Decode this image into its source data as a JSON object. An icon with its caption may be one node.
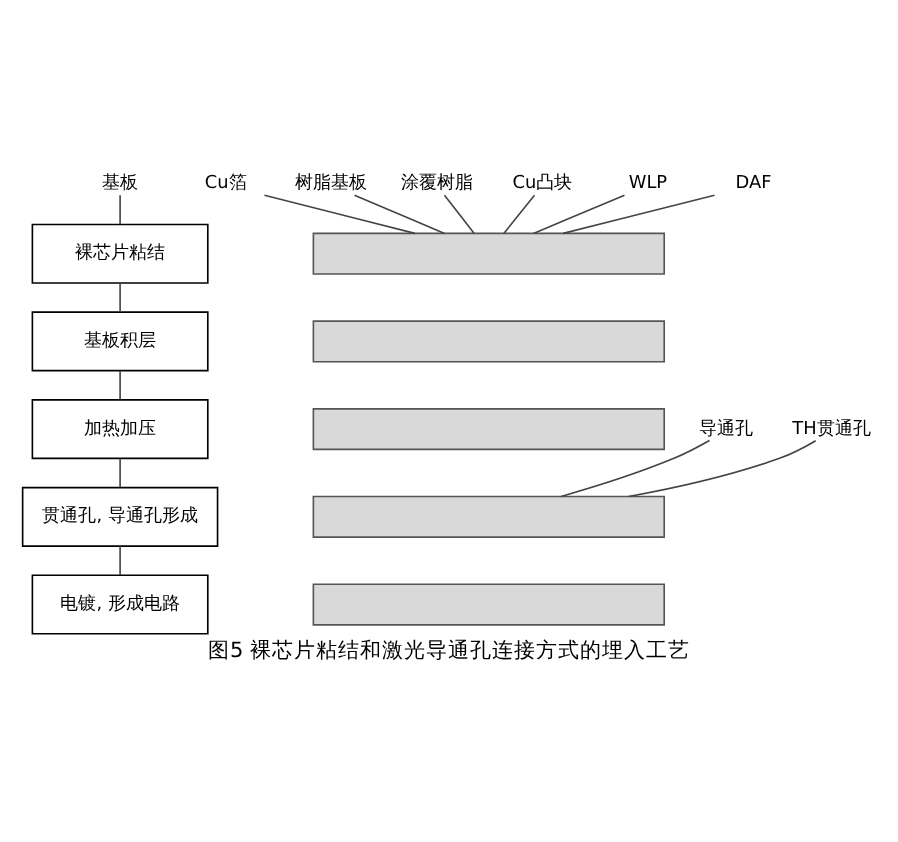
{
  "diagram": {
    "caption": "图5 裸芯片粘结和激光导通孔连接方式的埋入工艺",
    "nodes": [
      {
        "text": [
          "基板"
        ]
      },
      {
        "text": [
          "Cu箔"
        ]
      },
      {
        "text": [
          "树脂基板"
        ]
      },
      {
        "text": [
          "涂覆树脂"
        ]
      },
      {
        "text": [
          "Cu凸块"
        ]
      },
      {
        "text": [
          "WLP"
        ]
      },
      {
        "text": [
          "DAF"
        ]
      },
      {
        "text": [
          "裸芯片粘结"
        ]
      },
      {
        "text": [],
        "shape": "box"
      },
      {
        "text": [
          "基板积层"
        ]
      },
      {
        "text": [],
        "shape": "box"
      },
      {
        "text": [
          "加热加压"
        ]
      },
      {
        "text": [],
        "shape": "box"
      },
      {
        "text": [
          "导通孔"
        ]
      },
      {
        "text": [
          "TH贯通孔"
        ]
      },
      {
        "text": [
          "贯通孔, 导通孔形成"
        ]
      },
      {
        "text": [],
        "shape": "box"
      },
      {
        "text": [
          "电镀, 形成电路"
        ]
      },
      {
        "text": [],
        "shape": "box"
      }
    ],
    "edges": [
      {
        "from": 0,
        "to": 7,
        "arrow": "none"
      },
      {
        "from": 7,
        "to": 9,
        "arrow": "none"
      },
      {
        "from": 9,
        "to": 11,
        "arrow": "none"
      },
      {
        "from": 11,
        "to": 15,
        "arrow": "none"
      },
      {
        "from": 15,
        "to": 17,
        "arrow": "none"
      },
      {
        "from": 1,
        "to": 8,
        "arrow": "none"
      },
      {
        "from": 2,
        "to": 8,
        "arrow": "none"
      },
      {
        "from": 3,
        "to": 8,
        "arrow": "none"
      },
      {
        "from": 4,
        "to": 8,
        "arrow": "none"
      },
      {
        "from": 5,
        "to": 8,
        "arrow": "none"
      },
      {
        "from": 6,
        "to": 8,
        "arrow": "none"
      },
      {
        "from": 13,
        "to": 16,
        "arrow": "none"
      },
      {
        "from": 14,
        "to": 16,
        "arrow": "none"
      }
    ]
  }
}
